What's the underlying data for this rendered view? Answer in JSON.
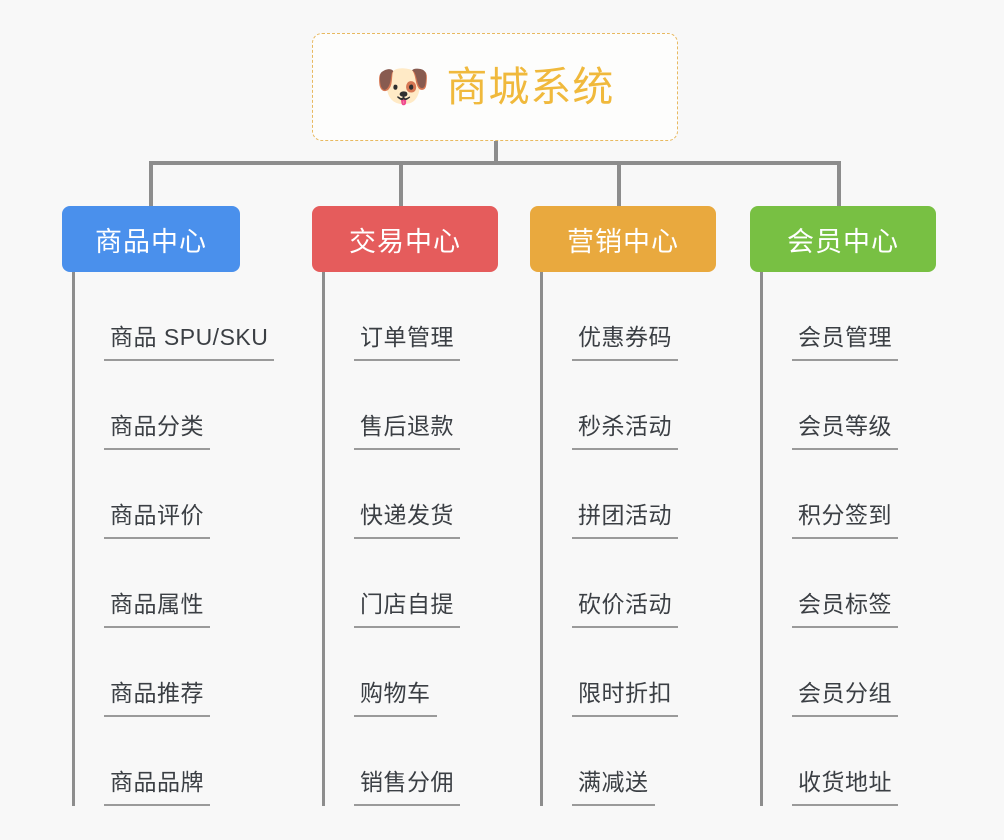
{
  "root": {
    "icon": "shiba-dog-emoji",
    "icon_glyph": "🐶",
    "title": "商城系统",
    "border_color": "#e8b960",
    "text_color": "#f0b93c"
  },
  "categories": [
    {
      "id": "product-center",
      "label": "商品中心",
      "color": "#4a90ec",
      "items": [
        {
          "label": "商品 SPU/SKU"
        },
        {
          "label": "商品分类"
        },
        {
          "label": "商品评价"
        },
        {
          "label": "商品属性"
        },
        {
          "label": "商品推荐"
        },
        {
          "label": "商品品牌"
        }
      ]
    },
    {
      "id": "trade-center",
      "label": "交易中心",
      "color": "#e55c5c",
      "items": [
        {
          "label": "订单管理"
        },
        {
          "label": "售后退款"
        },
        {
          "label": "快递发货"
        },
        {
          "label": "门店自提"
        },
        {
          "label": "购物车"
        },
        {
          "label": "销售分佣"
        }
      ]
    },
    {
      "id": "marketing-center",
      "label": "营销中心",
      "color": "#e9a93e",
      "items": [
        {
          "label": "优惠券码"
        },
        {
          "label": "秒杀活动"
        },
        {
          "label": "拼团活动"
        },
        {
          "label": "砍价活动"
        },
        {
          "label": "限时折扣"
        },
        {
          "label": "满减送"
        }
      ]
    },
    {
      "id": "member-center",
      "label": "会员中心",
      "color": "#78c043",
      "items": [
        {
          "label": "会员管理"
        },
        {
          "label": "会员等级"
        },
        {
          "label": "积分签到"
        },
        {
          "label": "会员标签"
        },
        {
          "label": "会员分组"
        },
        {
          "label": "收货地址"
        }
      ]
    }
  ],
  "connector": {
    "color": "#8d8d8d",
    "leaf_underline_color": "#9a9a9a"
  },
  "canvas": {
    "background": "#f8f8f8"
  }
}
